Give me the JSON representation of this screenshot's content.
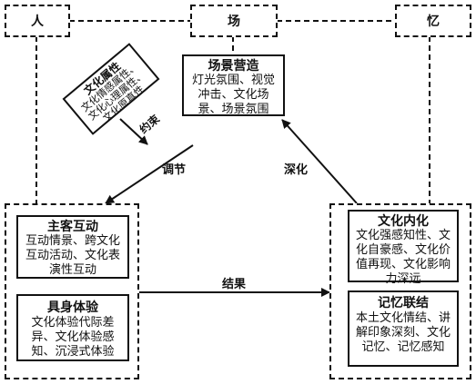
{
  "top": {
    "people": "人",
    "place": "场",
    "memory": "忆"
  },
  "scene": {
    "title": "场景营造",
    "body": "灯光氛围、视觉冲击、文化场景、场景氛围"
  },
  "attribute": {
    "title": "文化属性",
    "body": "文化情感属性、文化心理属性、文化原真性"
  },
  "constraint": "约束",
  "interaction": {
    "title": "主客互动",
    "body": "互动情景、跨文化互动活动、文化表演性互动"
  },
  "embodied": {
    "title": "具身体验",
    "body": "文化体验代际差异、文化体验感知、沉浸式体验"
  },
  "internalization": {
    "title": "文化内化",
    "body": "文化强感知性、文化自豪感、文化价值再现、文化影响力深远"
  },
  "memory_link": {
    "title": "记忆联结",
    "body": "本土文化情结、讲解印象深刻、文化记忆、记忆感知"
  },
  "arrows": {
    "adjust": "调节",
    "deepen": "深化",
    "result": "结果"
  }
}
